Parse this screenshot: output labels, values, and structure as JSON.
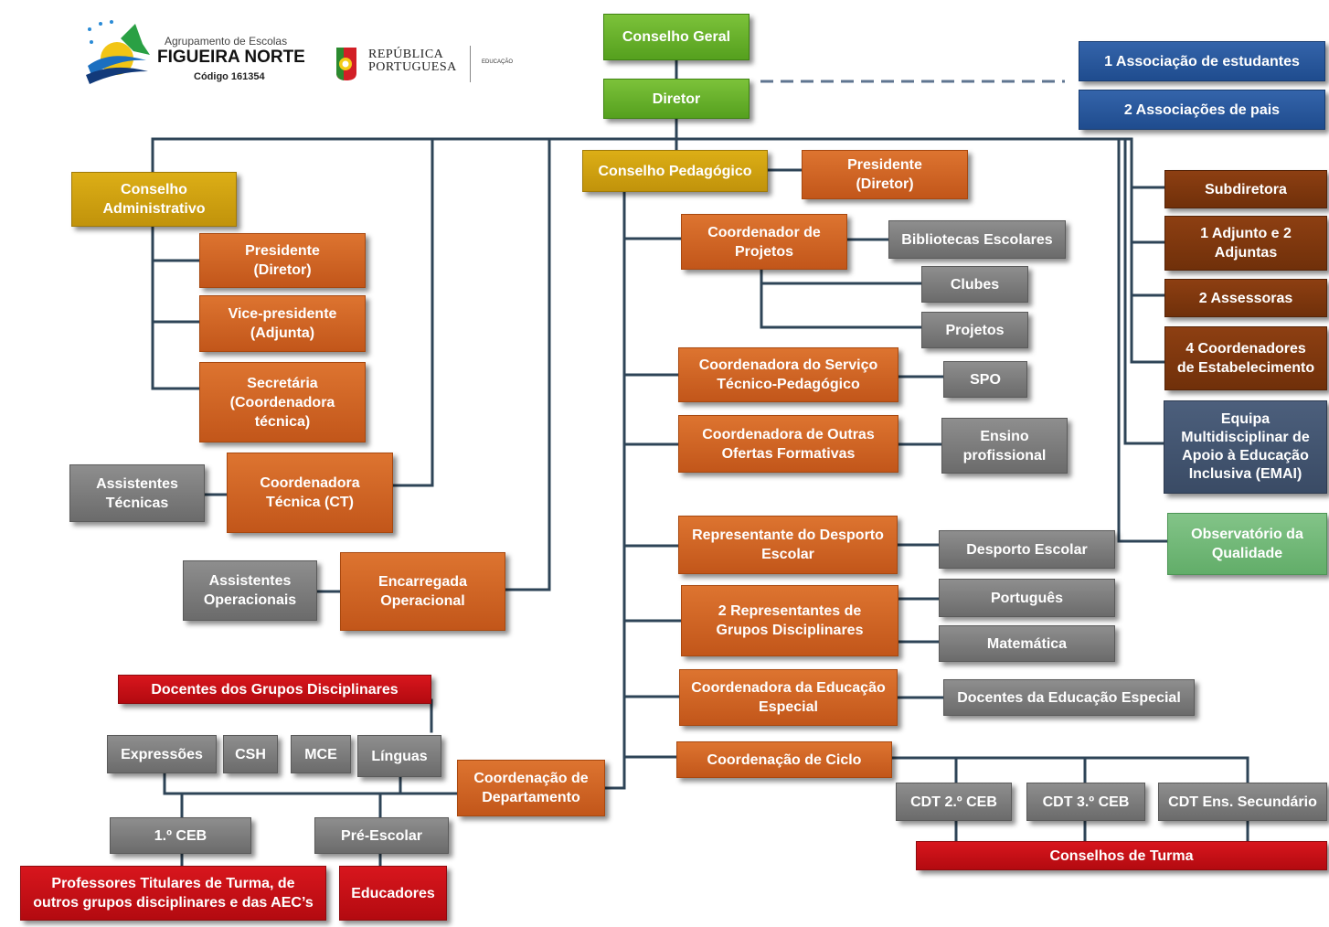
{
  "header": {
    "school_group": "Agrupamento de Escolas",
    "school_name": "FIGUEIRA NORTE",
    "school_code": "Código 161354",
    "republica_line1": "REPÚBLICA",
    "republica_line2": "PORTUGUESA",
    "educacao": "EDUCAÇÃO"
  },
  "colors": {
    "orange": "#c9601f",
    "gray": "#7b7b7b",
    "red": "#c8101a",
    "green": "#6ab22c",
    "gold": "#cfa012",
    "blue": "#2a5a9e",
    "slate": "#44566f",
    "brown": "#7a360e",
    "light_green": "#72b978",
    "line": "#2e4457"
  },
  "nodes": {
    "conselho_geral": "Conselho Geral",
    "diretor": "Diretor",
    "assoc_estudantes": "1 Associação de estudantes",
    "assoc_pais": "2 Associações de pais",
    "conselho_pedagogico": "Conselho Pedagógico",
    "presidente_ped": "Presidente\n(Diretor)",
    "conselho_admin": "Conselho\nAdministrativo",
    "presidente_admin": "Presidente\n(Diretor)",
    "vice_presidente": "Vice-presidente\n(Adjunta)",
    "secretaria": "Secretária\n(Coordenadora\ntécnica)",
    "coordenadora_tecnica": "Coordenadora\nTécnica (CT)",
    "assistentes_tecnicas": "Assistentes\nTécnicas",
    "encarregada_operacional": "Encarregada\nOperacional",
    "assistentes_operacionais": "Assistentes\nOperacionais",
    "coord_projetos": "Coordenador de\nProjetos",
    "bibliotecas": "Bibliotecas Escolares",
    "clubes": "Clubes",
    "projetos": "Projetos",
    "coord_servico_tecnico": "Coordenadora do Serviço\nTécnico-Pedagógico",
    "spo": "SPO",
    "coord_outras_ofertas": "Coordenadora de Outras\nOfertas Formativas",
    "ensino_profissional": "Ensino\nprofissional",
    "rep_desporto": "Representante do Desporto\nEscolar",
    "desporto_escolar": "Desporto Escolar",
    "rep_grupos": "2 Representantes de\nGrupos Disciplinares",
    "portugues": "Português",
    "matematica": "Matemática",
    "coord_educacao_especial": "Coordenadora da Educação\nEspecial",
    "docentes_ed_especial": "Docentes da Educação Especial",
    "coord_ciclo": "Coordenação de Ciclo",
    "cdt_2ceb": "CDT 2.º CEB",
    "cdt_3ceb": "CDT 3.º CEB",
    "cdt_secundario": "CDT Ens. Secundário",
    "conselhos_turma": "Conselhos de Turma",
    "subdiretora": "Subdiretora",
    "adjuntos": "1 Adjunto e 2\nAdjuntas",
    "assessoras": "2 Assessoras",
    "coord_estabelecimento": "4 Coordenadores\nde Estabelecimento",
    "emai": "Equipa\nMultidisciplinar de\nApoio à Educação\nInclusiva (EMAI)",
    "observatorio": "Observatório da\nQualidade",
    "docentes_grupos": "Docentes dos Grupos Disciplinares",
    "expressoes": "Expressões",
    "csh": "CSH",
    "mce": "MCE",
    "linguas": "Línguas",
    "coord_departamento": "Coordenação de\nDepartamento",
    "ceb1": "1.º CEB",
    "pre_escolar": "Pré-Escolar",
    "professores_titulares": "Professores Titulares de Turma, de\noutros grupos disciplinares e das AEC’s",
    "educadores": "Educadores"
  }
}
